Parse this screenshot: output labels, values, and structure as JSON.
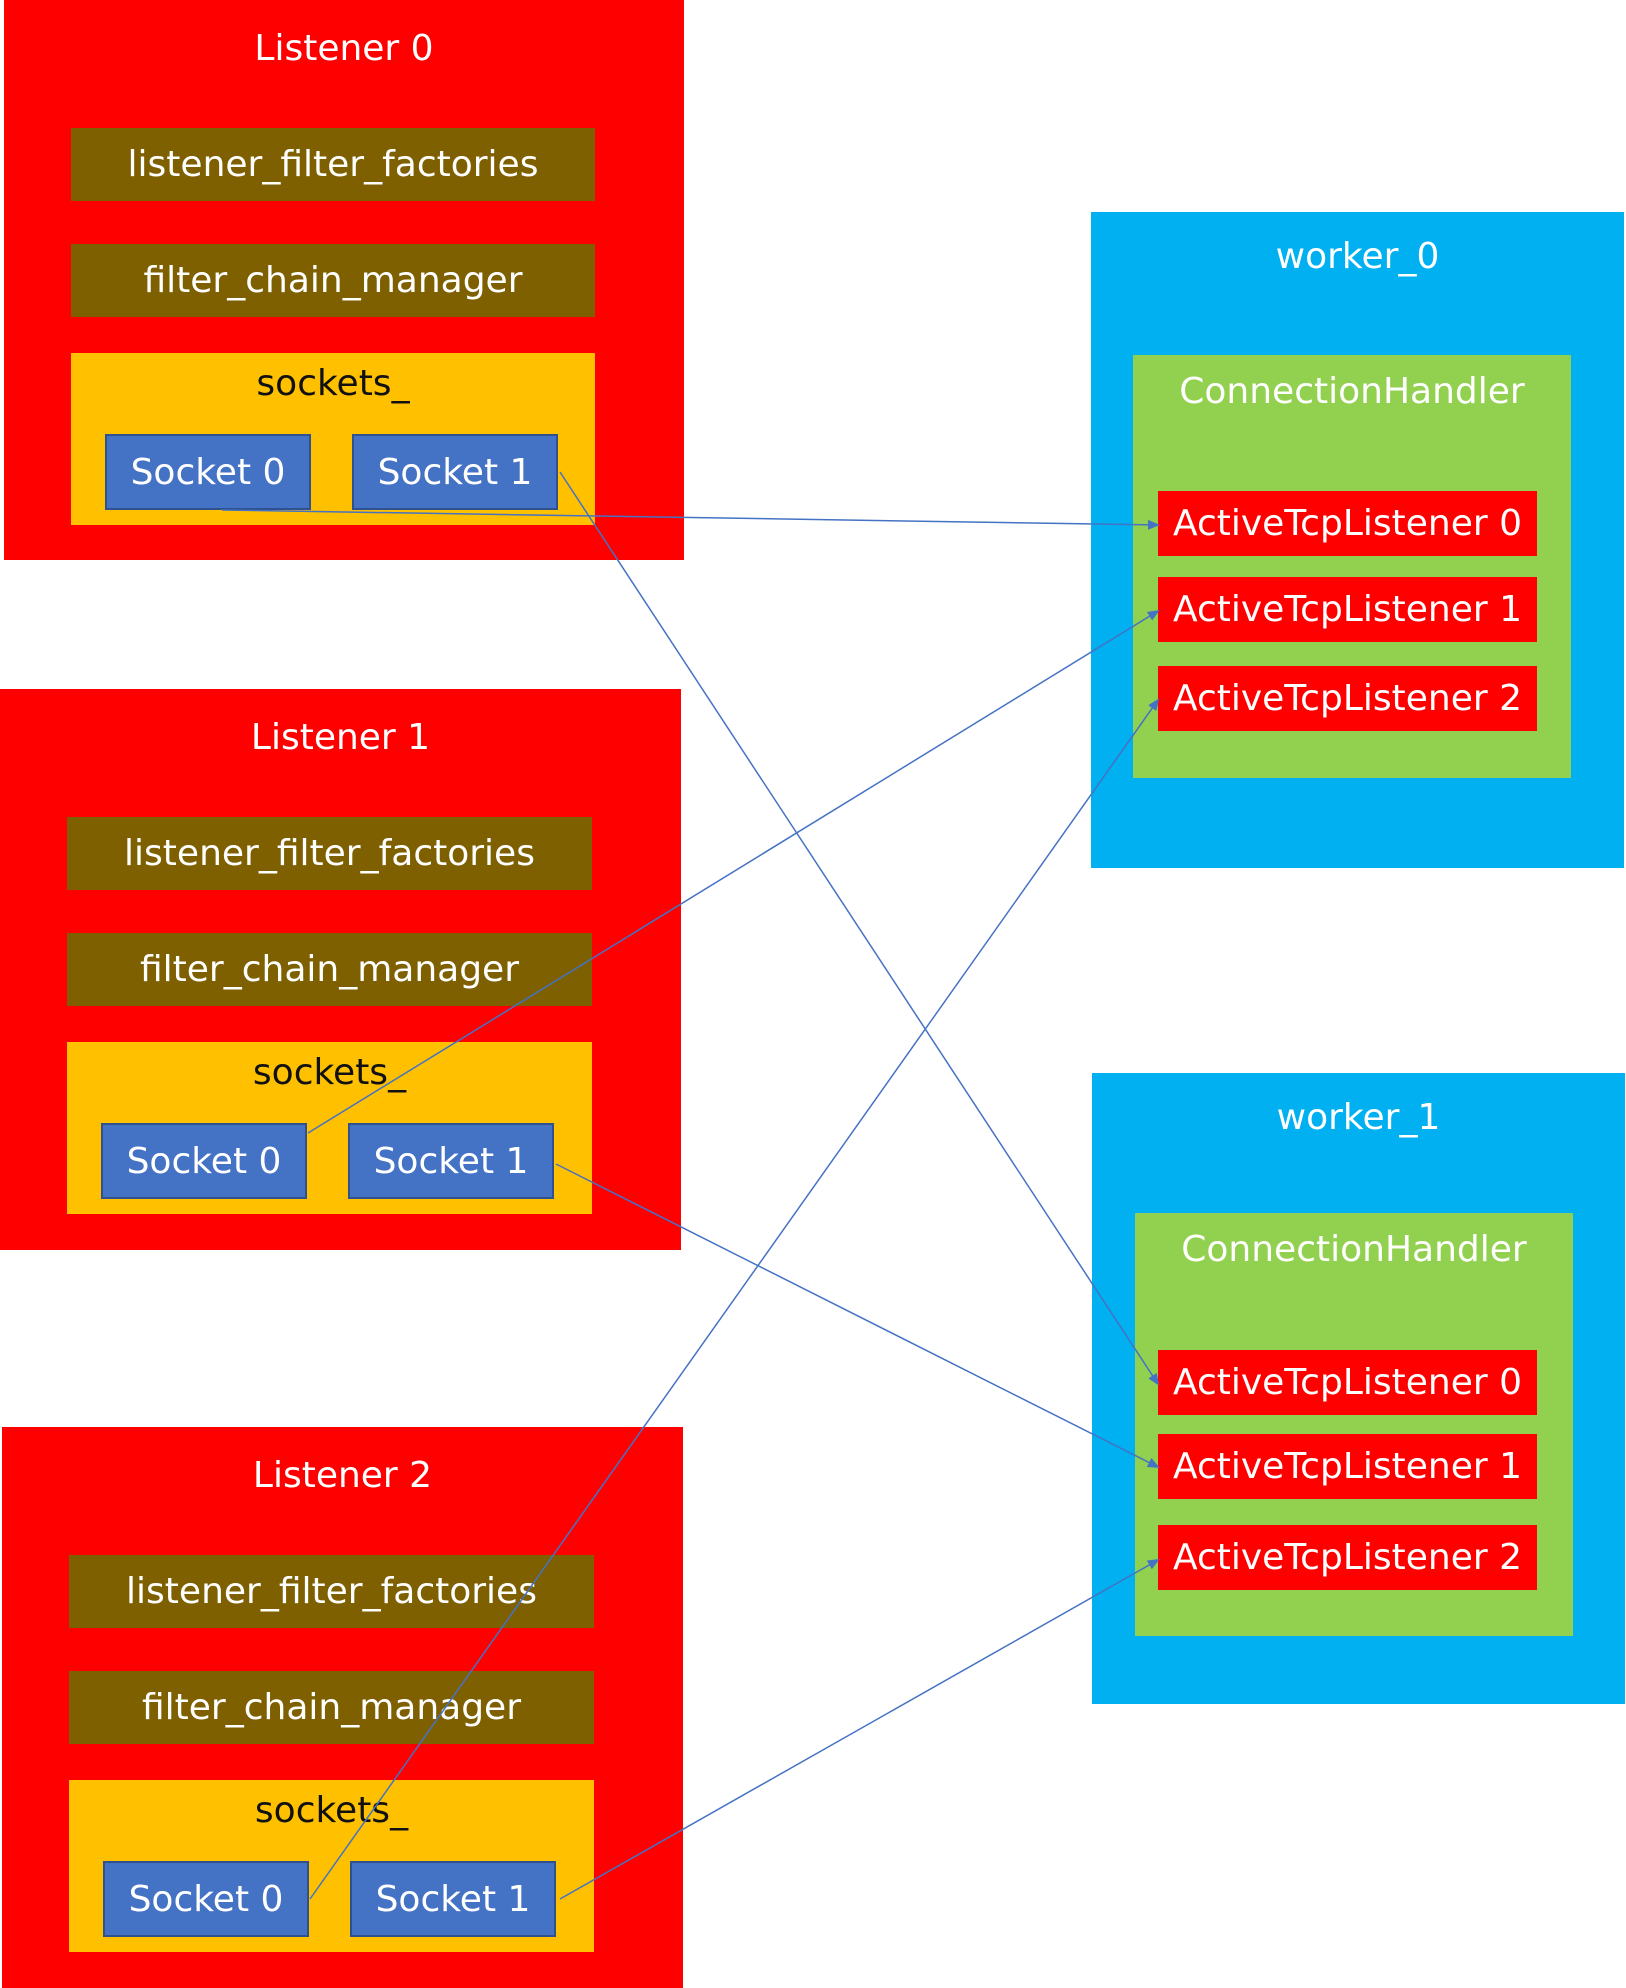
{
  "listeners": [
    {
      "title": "Listener 0",
      "filter_factories": "listener_filter_factories",
      "chain_manager": "filter_chain_manager",
      "sockets_label": "sockets_",
      "sockets": [
        "Socket 0",
        "Socket 1"
      ]
    },
    {
      "title": "Listener 1",
      "filter_factories": "listener_filter_factories",
      "chain_manager": "filter_chain_manager",
      "sockets_label": "sockets_",
      "sockets": [
        "Socket 0",
        "Socket 1"
      ]
    },
    {
      "title": "Listener 2",
      "filter_factories": "listener_filter_factories",
      "chain_manager": "filter_chain_manager",
      "sockets_label": "sockets_",
      "sockets": [
        "Socket 0",
        "Socket 1"
      ]
    }
  ],
  "workers": [
    {
      "title": "worker_0",
      "handler": "ConnectionHandler",
      "active": [
        "ActiveTcpListener 0",
        "ActiveTcpListener 1",
        "ActiveTcpListener 2"
      ]
    },
    {
      "title": "worker_1",
      "handler": "ConnectionHandler",
      "active": [
        "ActiveTcpListener 0",
        "ActiveTcpListener 1",
        "ActiveTcpListener 2"
      ]
    }
  ],
  "connections": [
    {
      "listener": 0,
      "socket": 0,
      "worker": 0,
      "active": 0
    },
    {
      "listener": 0,
      "socket": 1,
      "worker": 1,
      "active": 0
    },
    {
      "listener": 1,
      "socket": 0,
      "worker": 0,
      "active": 1
    },
    {
      "listener": 1,
      "socket": 1,
      "worker": 1,
      "active": 1
    },
    {
      "listener": 2,
      "socket": 0,
      "worker": 0,
      "active": 2
    },
    {
      "listener": 2,
      "socket": 1,
      "worker": 1,
      "active": 2
    }
  ],
  "colors": {
    "listener": "#ff0000",
    "worker": "#00b0f0",
    "handler": "#92d050",
    "filter_box": "#7f6000",
    "sockets_box": "#ffc000",
    "socket": "#4472c4",
    "arrow": "#4472c4"
  }
}
